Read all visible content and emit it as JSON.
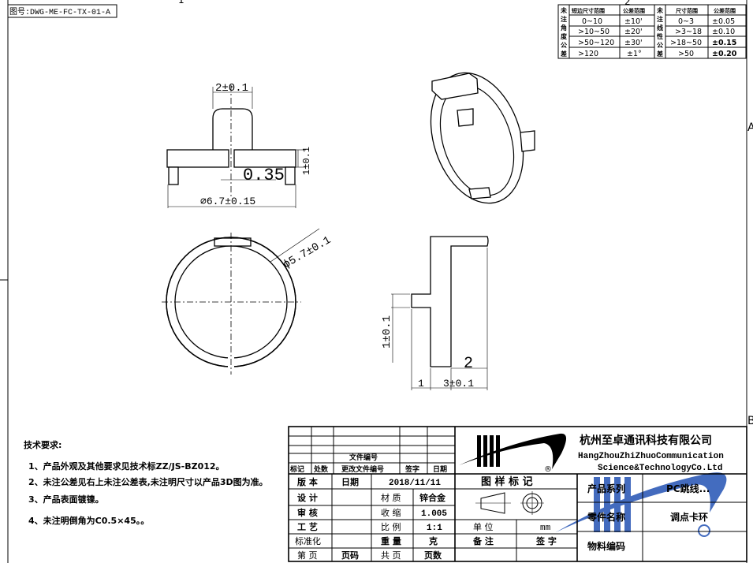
{
  "drawing_number": "图号:DWG-ME-FC-TX-01-A",
  "zone_markers": {
    "top_left": "1",
    "top_right": "2",
    "right_a": "A",
    "right_b": "B"
  },
  "tolerance_table": {
    "angle_label": [
      "未",
      "注",
      "角",
      "度",
      "公",
      "差"
    ],
    "linear_label": [
      "未",
      "注",
      "线",
      "性",
      "公",
      "差"
    ],
    "angle_headers": [
      "短边尺寸范围",
      "公差范围"
    ],
    "linear_headers": [
      "尺寸范围",
      "公差范围"
    ],
    "rows": [
      {
        "angle_range": "0~10",
        "angle_tol": "±10'",
        "lin_range": "0~3",
        "lin_tol": "±0.05"
      },
      {
        "angle_range": ">10~50",
        "angle_tol": "±20'",
        "lin_range": ">3~18",
        "lin_tol": "±0.10"
      },
      {
        "angle_range": ">50~120",
        "angle_tol": "±30'",
        "lin_range": ">18~50",
        "lin_tol": "±0.15"
      },
      {
        "angle_range": ">120",
        "angle_tol": "±1°",
        "lin_range": ">50",
        "lin_tol": "±0.20"
      }
    ]
  },
  "dimensions": {
    "front_width": "2±0.1",
    "front_height": "1±0.1",
    "front_gap": "0.35",
    "front_diameter": "⌀6.7±0.15",
    "top_diameter": "ϕ5.7±0.1",
    "side_height": "1±0.1",
    "side_width": "2",
    "side_left": "1",
    "side_bottom": "3±0.1"
  },
  "tech_requirements": {
    "title": "技术要求:",
    "items": [
      "1、产品外观及其他要求见技术标ZZ/JS-BZ012。",
      "2、未注公差见右上未注公差表,未注明尺寸以产品3D图为准。",
      "3、产品表面镀镍。",
      "4、未注明倒角为C0.5×45。。"
    ]
  },
  "title_block": {
    "file_number": "文件编号",
    "rev_headers": [
      "标记",
      "处数",
      "更改文件编号",
      "签字",
      "日期"
    ],
    "version_label": "版 本",
    "date_label": "日期",
    "date_value": "2018/11/11",
    "design_label": "设 计",
    "review_label": "审 核",
    "process_label": "工 艺",
    "standard_label": "标准化",
    "page_label": "第 页",
    "page_value": "页码",
    "material_label": "材 质",
    "material_value": "锌合金",
    "shrink_label": "收 缩",
    "shrink_value": "1.005",
    "scale_label": "比 例",
    "scale_value": "1:1",
    "weight_label": "重 量",
    "weight_value": "克",
    "total_label": "共 页",
    "total_value": "页数",
    "drawing_mark": "图 样 标 记",
    "unit_label": "单 位",
    "unit_value": "mm",
    "remark_label": "备 注",
    "sign_label": "签 字",
    "company_cn": "杭州至卓通讯科技有限公司",
    "company_en_1": "HangZhouZhiZhuoCommunication",
    "company_en_2": "Science&TechnologyCo.Ltd",
    "series_label": "产品系列",
    "series_value": "PC跳线...",
    "part_name_label": "零件名称",
    "part_name_value": "调点卡环",
    "material_code_label": "物料编码",
    "logo_mark": "®"
  },
  "colors": {
    "watermark": "#2f5cb8",
    "line": "#000000"
  }
}
